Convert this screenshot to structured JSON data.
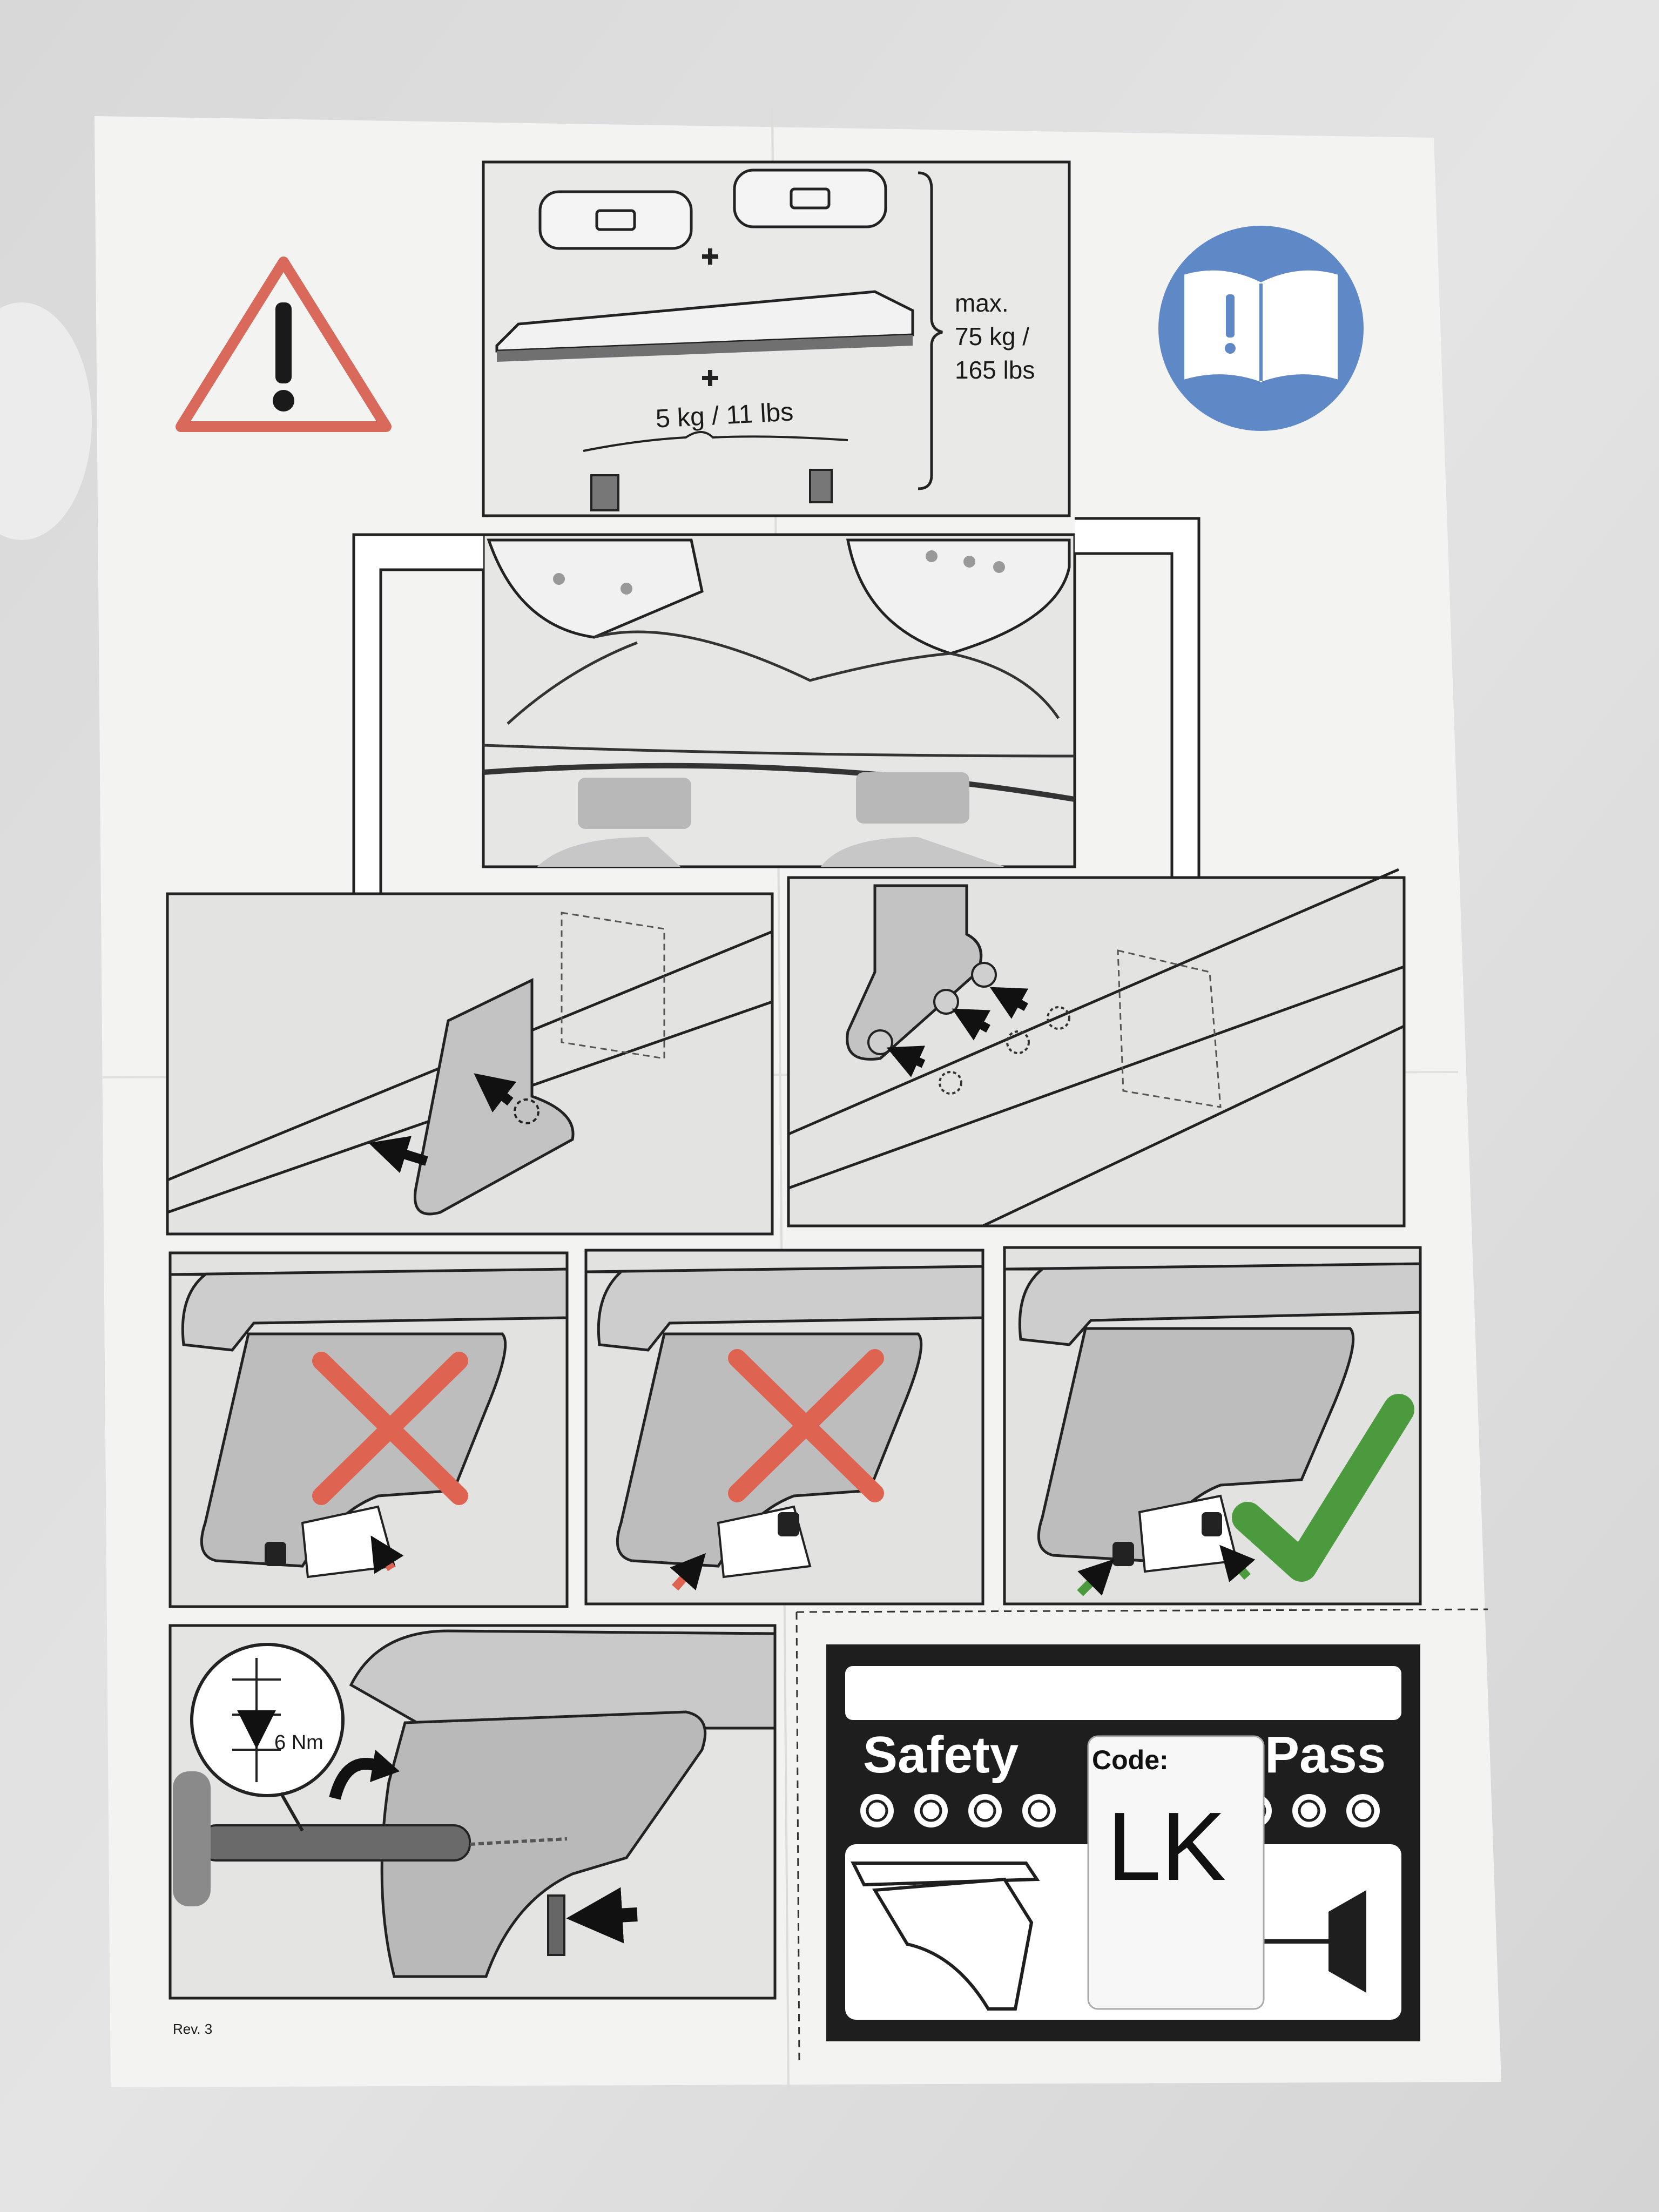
{
  "panel1": {
    "weight_note": "5 kg / 11 lbs",
    "max_load": [
      "max.",
      "75 kg /",
      "165 lbs"
    ]
  },
  "panel_torque": {
    "label": "6 Nm"
  },
  "safety_pass": {
    "left_word": "Safety",
    "right_word": "Pass",
    "code_label": "Code:",
    "code_value": "LK"
  },
  "footer": {
    "revision": "Rev. 3"
  },
  "icons": [
    "warning-triangle-icon",
    "read-manual-icon",
    "cross-icon",
    "check-icon"
  ],
  "colors": {
    "warning": "#d9695a",
    "manual_circle": "#5f88c6",
    "wrong": "#de6350",
    "correct": "#4c9a3e"
  }
}
